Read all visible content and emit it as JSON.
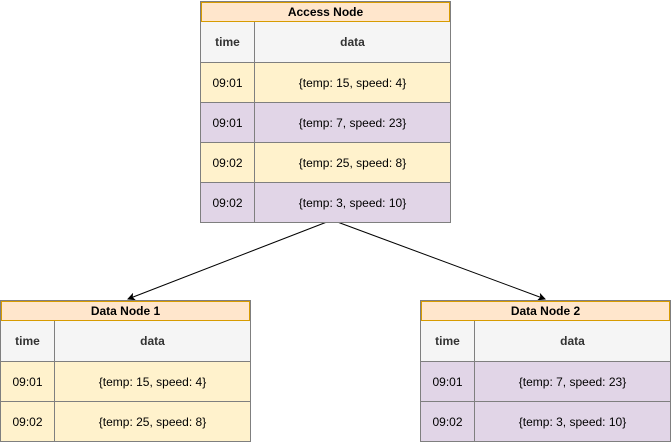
{
  "access_node": {
    "title": "Access Node",
    "headers": {
      "time": "time",
      "data": "data"
    },
    "rows": [
      {
        "time": "09:01",
        "data": "{temp: 15, speed: 4}",
        "color": "#fff2cc"
      },
      {
        "time": "09:01",
        "data": "{temp: 7, speed: 23}",
        "color": "#e1d5e7"
      },
      {
        "time": "09:02",
        "data": "{temp: 25, speed: 8}",
        "color": "#fff2cc"
      },
      {
        "time": "09:02",
        "data": "{temp: 3, speed: 10}",
        "color": "#e1d5e7"
      }
    ]
  },
  "data_node_1": {
    "title": "Data Node 1",
    "headers": {
      "time": "time",
      "data": "data"
    },
    "rows": [
      {
        "time": "09:01",
        "data": "{temp: 15, speed: 4}",
        "color": "#fff2cc"
      },
      {
        "time": "09:02",
        "data": "{temp: 25, speed: 8}",
        "color": "#fff2cc"
      }
    ]
  },
  "data_node_2": {
    "title": "Data Node 2",
    "headers": {
      "time": "time",
      "data": "data"
    },
    "rows": [
      {
        "time": "09:01",
        "data": "{temp: 7, speed: 23}",
        "color": "#e1d5e7"
      },
      {
        "time": "09:02",
        "data": "{temp: 3, speed: 10}",
        "color": "#e1d5e7"
      }
    ]
  },
  "colors": {
    "title_fill": "#ffe6cc",
    "title_stroke": "#d79b00",
    "header_fill": "#f5f5f5",
    "yellow_fill": "#fff2cc",
    "purple_fill": "#e1d5e7"
  }
}
